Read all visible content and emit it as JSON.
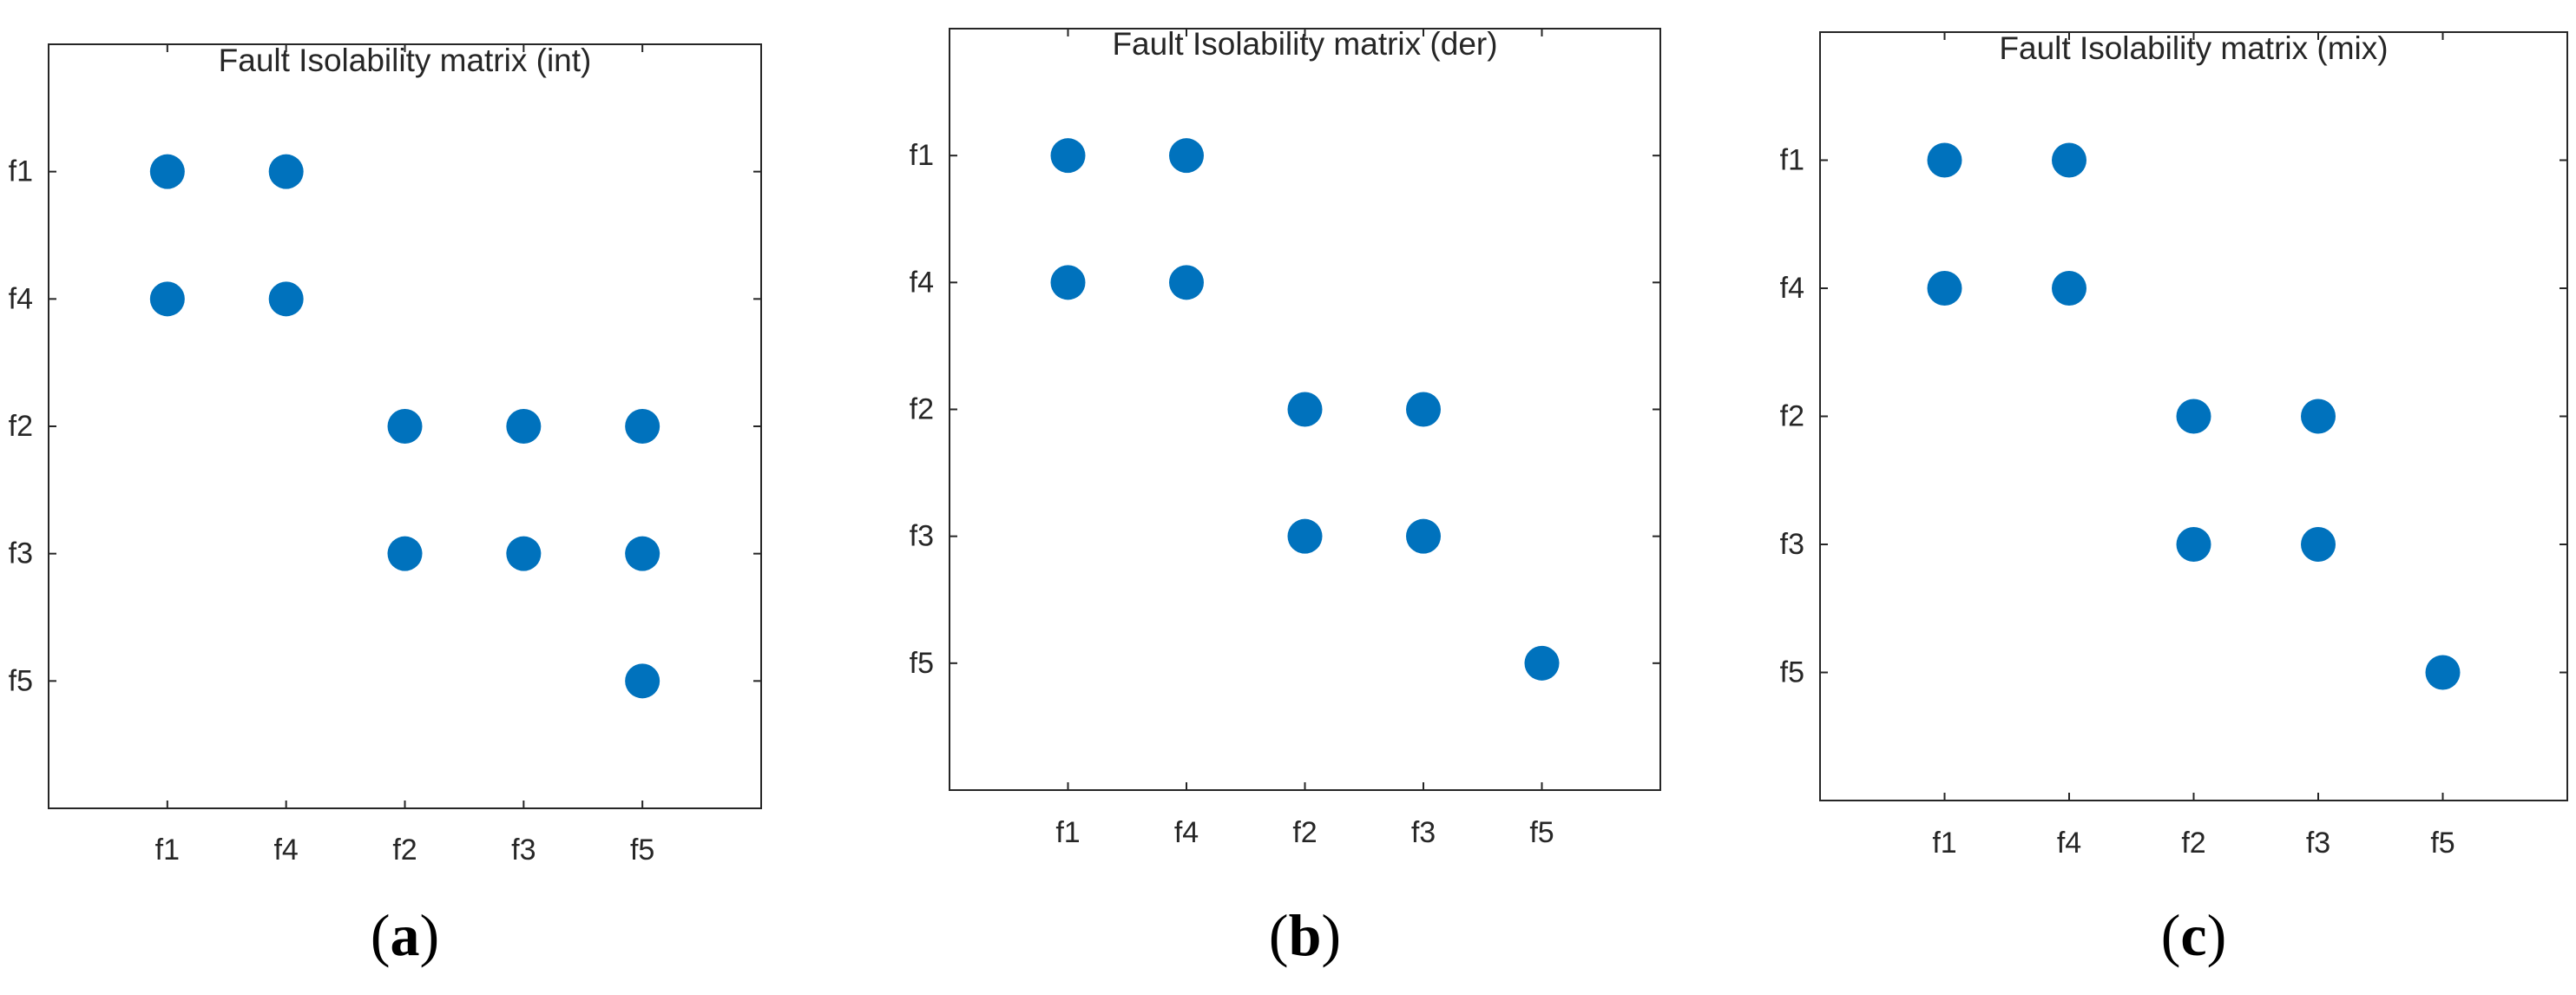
{
  "chart_data": [
    {
      "type": "scatter",
      "title": "Fault Isolability matrix (int)",
      "panel_label": "(a)",
      "x_categories": [
        "f1",
        "f4",
        "f2",
        "f3",
        "f5"
      ],
      "y_categories": [
        "f1",
        "f4",
        "f2",
        "f3",
        "f5"
      ],
      "xlim": [
        0,
        6
      ],
      "ylim": [
        0,
        6
      ],
      "points": [
        {
          "x": "f1",
          "y": "f1"
        },
        {
          "x": "f4",
          "y": "f1"
        },
        {
          "x": "f1",
          "y": "f4"
        },
        {
          "x": "f4",
          "y": "f4"
        },
        {
          "x": "f2",
          "y": "f2"
        },
        {
          "x": "f3",
          "y": "f2"
        },
        {
          "x": "f5",
          "y": "f2"
        },
        {
          "x": "f2",
          "y": "f3"
        },
        {
          "x": "f3",
          "y": "f3"
        },
        {
          "x": "f5",
          "y": "f3"
        },
        {
          "x": "f5",
          "y": "f5"
        }
      ],
      "marker_color": "#0072BD",
      "grid": false
    },
    {
      "type": "scatter",
      "title": "Fault Isolability matrix (der)",
      "panel_label": "(b)",
      "x_categories": [
        "f1",
        "f4",
        "f2",
        "f3",
        "f5"
      ],
      "y_categories": [
        "f1",
        "f4",
        "f2",
        "f3",
        "f5"
      ],
      "xlim": [
        0,
        6
      ],
      "ylim": [
        0,
        6
      ],
      "points": [
        {
          "x": "f1",
          "y": "f1"
        },
        {
          "x": "f4",
          "y": "f1"
        },
        {
          "x": "f1",
          "y": "f4"
        },
        {
          "x": "f4",
          "y": "f4"
        },
        {
          "x": "f2",
          "y": "f2"
        },
        {
          "x": "f3",
          "y": "f2"
        },
        {
          "x": "f2",
          "y": "f3"
        },
        {
          "x": "f3",
          "y": "f3"
        },
        {
          "x": "f5",
          "y": "f5"
        }
      ],
      "marker_color": "#0072BD",
      "grid": false
    },
    {
      "type": "scatter",
      "title": "Fault Isolability matrix (mix)",
      "panel_label": "(c)",
      "x_categories": [
        "f1",
        "f4",
        "f2",
        "f3",
        "f5"
      ],
      "y_categories": [
        "f1",
        "f4",
        "f2",
        "f3",
        "f5"
      ],
      "xlim": [
        0,
        6
      ],
      "ylim": [
        0,
        6
      ],
      "points": [
        {
          "x": "f1",
          "y": "f1"
        },
        {
          "x": "f4",
          "y": "f1"
        },
        {
          "x": "f1",
          "y": "f4"
        },
        {
          "x": "f4",
          "y": "f4"
        },
        {
          "x": "f2",
          "y": "f2"
        },
        {
          "x": "f3",
          "y": "f2"
        },
        {
          "x": "f2",
          "y": "f3"
        },
        {
          "x": "f3",
          "y": "f3"
        },
        {
          "x": "f5",
          "y": "f5"
        }
      ],
      "marker_color": "#0072BD",
      "grid": false
    }
  ]
}
